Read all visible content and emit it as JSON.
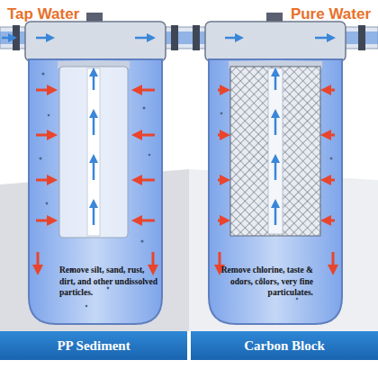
{
  "diagram": {
    "nodes": [
      {
        "text": [
          "PP Sediment"
        ]
      },
      {
        "text": [
          "Carbon Block"
        ]
      }
    ],
    "labels": [
      "Tap Water",
      "Pure Water",
      "Remove silt, sand, rust, dirt, and other undissolved particles.",
      "Remove chlorine, taste & odors, colors, very fine particulates."
    ]
  }
}
